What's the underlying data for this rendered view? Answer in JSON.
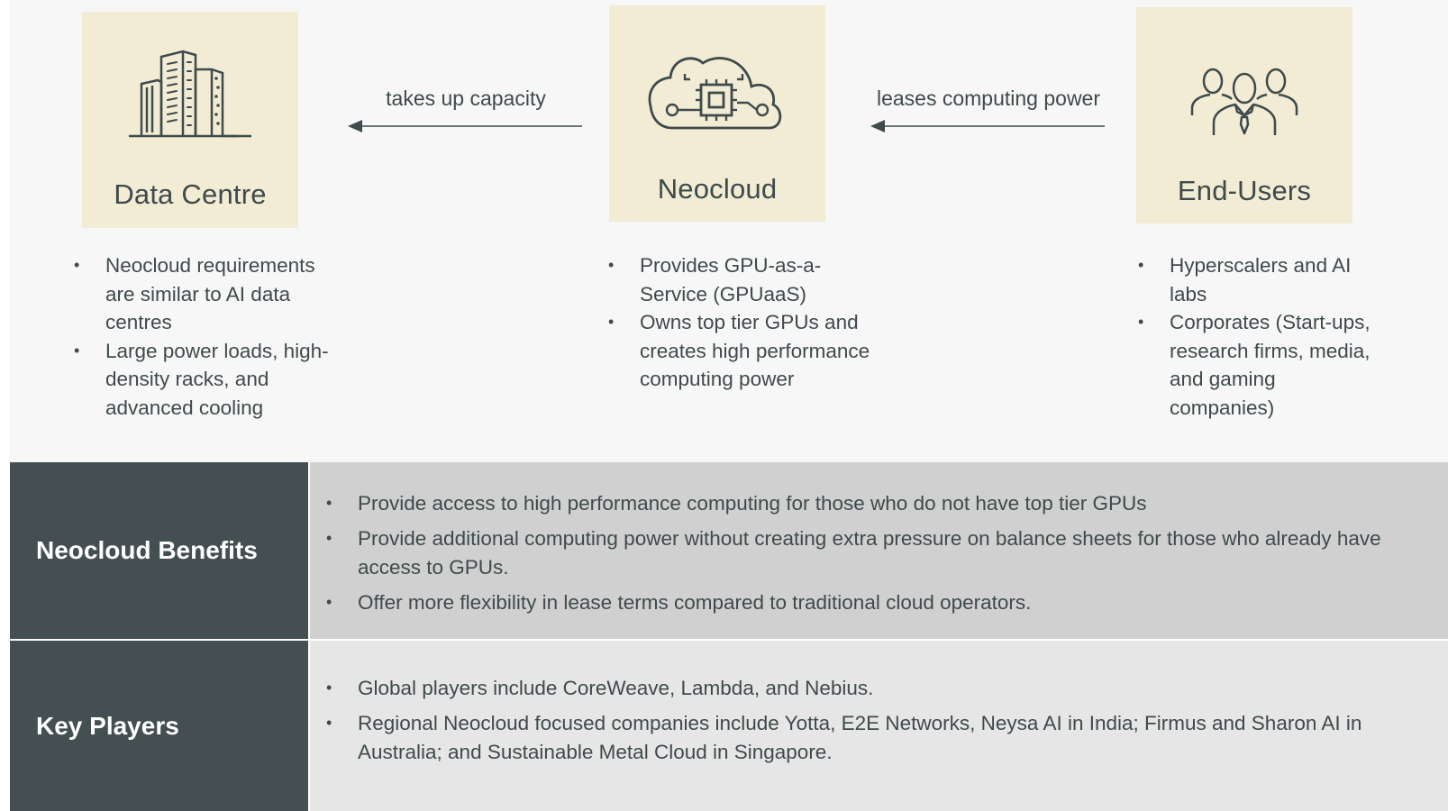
{
  "nodes": {
    "data_centre": {
      "label": "Data Centre",
      "icon": "buildings-icon",
      "bullets": [
        "Neocloud requirements are similar to AI data centres",
        "Large power loads, high-density racks, and advanced cooling"
      ]
    },
    "neocloud": {
      "label": "Neocloud",
      "icon": "cloud-chip-icon",
      "bullets": [
        "Provides GPU-as-a-Service (GPUaaS)",
        "Owns top tier GPUs and creates high performance computing power"
      ]
    },
    "end_users": {
      "label": "End-Users",
      "icon": "users-group-icon",
      "bullets": [
        "Hyperscalers and AI labs",
        "Corporates (Start-ups, research firms, media, and gaming companies)"
      ]
    }
  },
  "arrows": {
    "left": {
      "label": "takes up capacity"
    },
    "right": {
      "label": "leases computing power"
    }
  },
  "rows": {
    "benefits": {
      "title": "Neocloud Benefits",
      "bullets": [
        "Provide access to high performance computing for those who do not have top tier GPUs",
        "Provide additional computing power without creating extra pressure on balance sheets for those who already have access to GPUs.",
        "Offer more flexibility in lease terms compared to traditional cloud operators."
      ]
    },
    "players": {
      "title": "Key Players",
      "bullets": [
        "Global players include CoreWeave, Lambda, and Nebius.",
        "Regional Neocloud focused companies include Yotta, E2E Networks, Neysa AI in India; Firmus and Sharon AI in Australia; and Sustainable Metal Cloud in Singapore."
      ]
    }
  },
  "colors": {
    "node_fill": "#f1ecd3",
    "row_head": "#434f51",
    "benefits_body": "#d0d0d0",
    "players_body": "#e6e6e6",
    "text": "#3f4a4c"
  }
}
